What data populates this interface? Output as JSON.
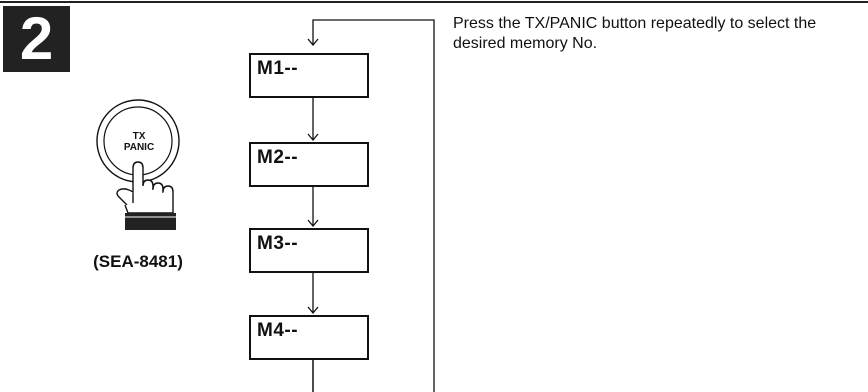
{
  "step": {
    "number": "2"
  },
  "instruction": {
    "text": "Press the TX/PANIC button repeatedly to select the desired memory No."
  },
  "button": {
    "line1": "TX",
    "line2": "PANIC",
    "icon": "hand-pressing-button-icon"
  },
  "model": {
    "label": "(SEA-8481)"
  },
  "memory_sequence": [
    {
      "label": "M1--"
    },
    {
      "label": "M2--"
    },
    {
      "label": "M3--"
    },
    {
      "label": "M4--"
    }
  ],
  "colors": {
    "ink": "#111111",
    "badge_background": "#222222",
    "badge_text": "#ffffff",
    "background": "#ffffff"
  }
}
